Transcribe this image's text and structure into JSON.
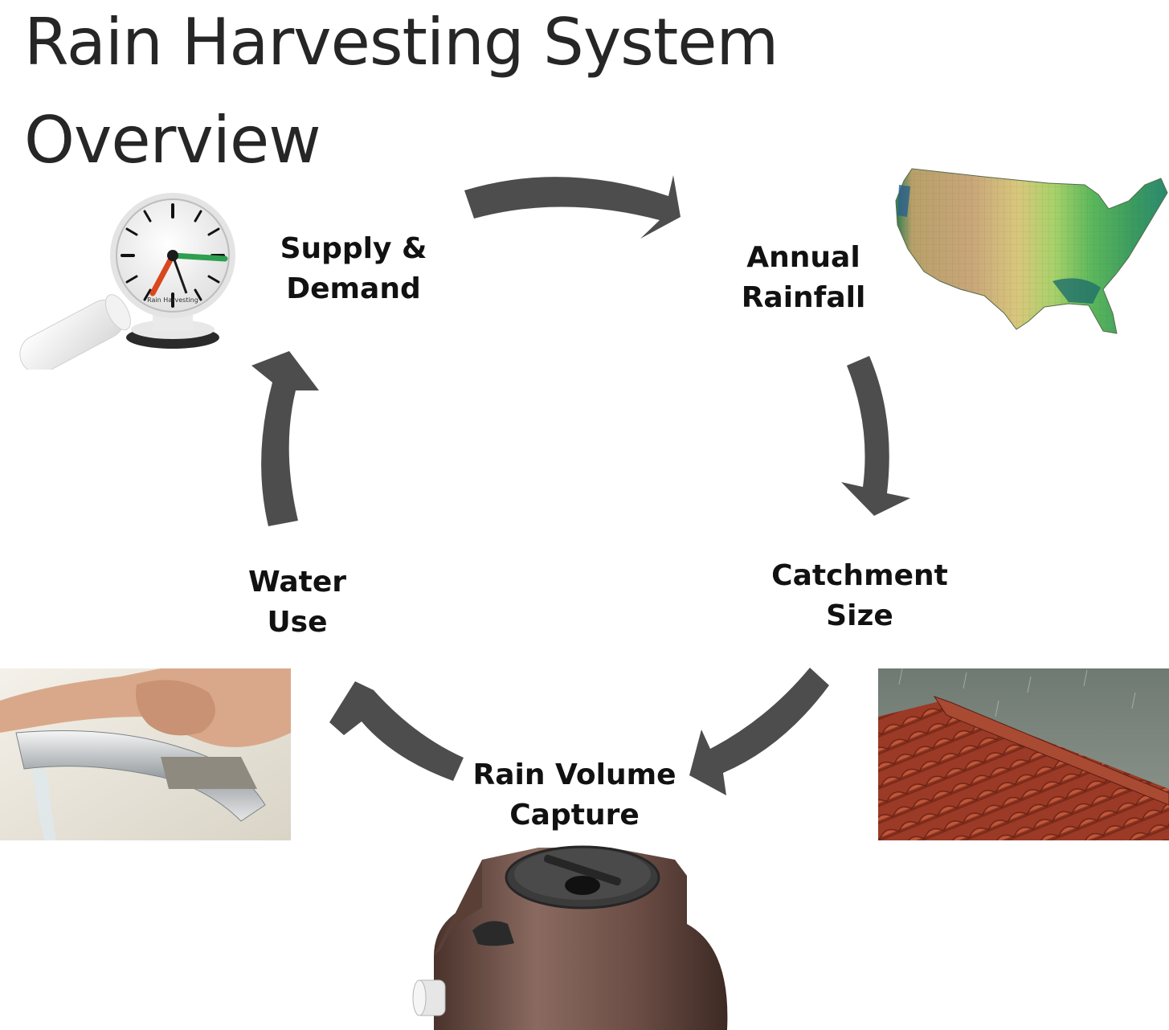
{
  "title": {
    "line1": "Rain Harvesting System",
    "line2": "Overview"
  },
  "steps": [
    {
      "id": "supply",
      "line1": "Supply &",
      "line2": "Demand"
    },
    {
      "id": "annual",
      "line1": "Annual",
      "line2": "Rainfall"
    },
    {
      "id": "catch",
      "line1": "Catchment",
      "line2": "Size"
    },
    {
      "id": "volume",
      "line1": "Rain Volume",
      "line2": "Capture"
    },
    {
      "id": "water",
      "line1": "Water",
      "line2": "Use"
    }
  ],
  "photos": {
    "gauge": {
      "icon": "rain-gauge-icon",
      "brand": "Rain Harvesting"
    },
    "map": {
      "icon": "us-rainfall-map-icon"
    },
    "roof": {
      "icon": "tiled-roof-in-rain-icon"
    },
    "tap": {
      "icon": "water-tap-icon"
    },
    "tank": {
      "icon": "rain-water-tank-icon"
    }
  },
  "colors": {
    "arrow": "#4d4d4d",
    "title": "#262626",
    "label": "#111111"
  }
}
